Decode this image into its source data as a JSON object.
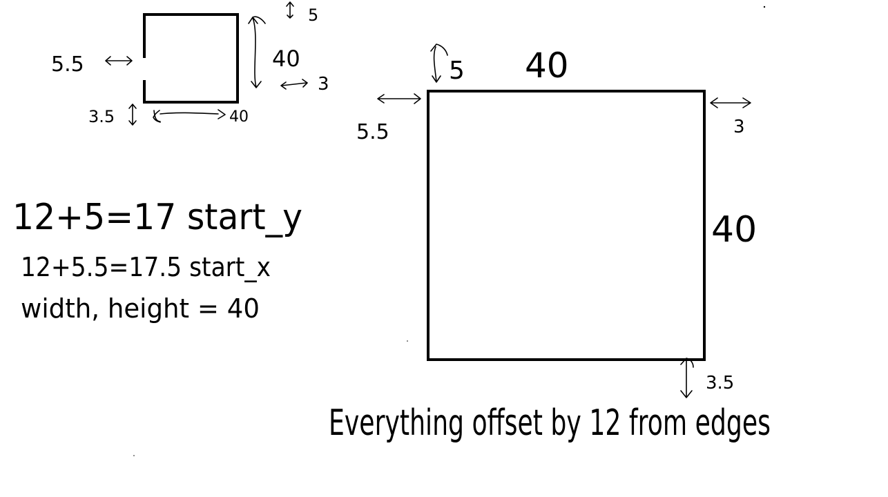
{
  "colors": {
    "background": "#ffffff",
    "ink": "#000000"
  },
  "small_square": {
    "label_top": "5",
    "label_left": "5.5",
    "label_right_size": "40",
    "label_right_gap": "3",
    "label_bottom_gap": "3.5",
    "label_bottom_size": "40"
  },
  "large_square": {
    "label_top_gap": "5",
    "label_top_size": "40",
    "label_left": "5.5",
    "label_right_gap": "3",
    "label_right_size": "40",
    "label_bottom_gap": "3.5"
  },
  "notes": {
    "line_1": "12+5=17 start_y",
    "line_2": "12+5.5=17.5 start_x",
    "line_3": "width, height = 40"
  },
  "caption": "Everything offset by 12 from edges"
}
